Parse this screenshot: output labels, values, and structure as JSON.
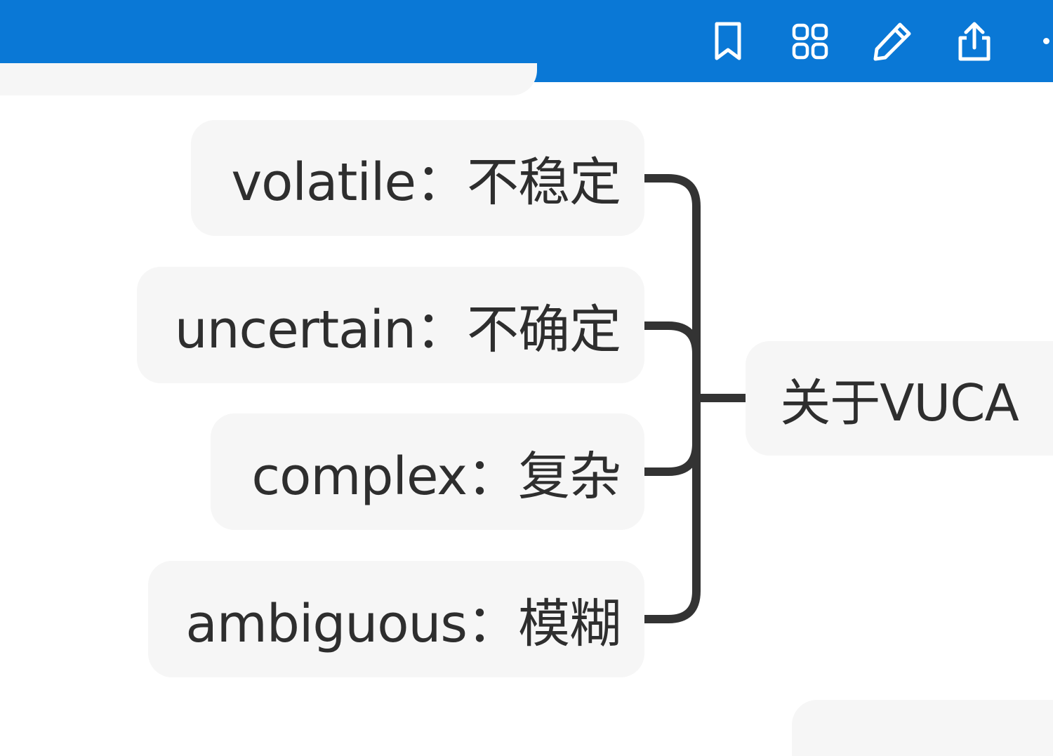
{
  "toolbar": {
    "background_color": "#0a78d6",
    "icons": [
      "bookmark-icon",
      "grid-view-icon",
      "pencil-edit-icon",
      "share-icon",
      "more-options-icon"
    ]
  },
  "mindmap": {
    "line_color": "#333333",
    "node_color": "#f6f6f6",
    "text_color": "#2e2e2e",
    "central_topic": "关于VUCA",
    "subtopics": [
      {
        "label": "volatile：不稳定"
      },
      {
        "label": "uncertain：不确定"
      },
      {
        "label": "complex：复杂"
      },
      {
        "label": "ambiguous：模糊"
      }
    ]
  }
}
